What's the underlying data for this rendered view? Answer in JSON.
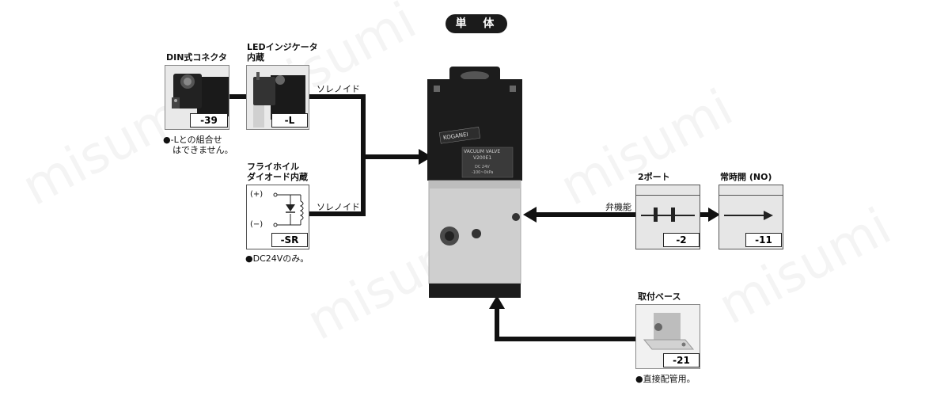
{
  "title": "単 体",
  "watermark": "misumi",
  "options": {
    "din": {
      "label": "DIN式コネクタ",
      "code": "-39",
      "note": "●-Lとの組合せ\nはできません。"
    },
    "led": {
      "label_line1": "LEDインジケータ",
      "label_line2": "内蔵",
      "code": "-L"
    },
    "flywheel": {
      "label_line1": "フライホイル",
      "label_line2": "ダイオード内蔵",
      "code": "-SR",
      "note": "●DC24Vのみ。",
      "plus": "(+)",
      "minus": "(−)"
    },
    "two_port": {
      "label": "2ポート",
      "code": "-2"
    },
    "normally_open": {
      "label": "常時開 (NO)",
      "code": "-11"
    },
    "base": {
      "label": "取付ベース",
      "code": "-21",
      "note": "●直接配管用。"
    }
  },
  "connectors": {
    "solenoid_top": "ソレノイド",
    "solenoid_bottom": "ソレノイド",
    "valve_function": "弁機能"
  },
  "valve": {
    "brand": "KOGANEI",
    "model_line1": "VACUUM VALVE",
    "model_line2": "V200E1",
    "spec_line1": "DC 24V",
    "spec_line2": "-100~0kPa"
  },
  "colors": {
    "line": "#111111",
    "body_dark": "#1c1c1c",
    "body_light": "#cfcfcf"
  }
}
